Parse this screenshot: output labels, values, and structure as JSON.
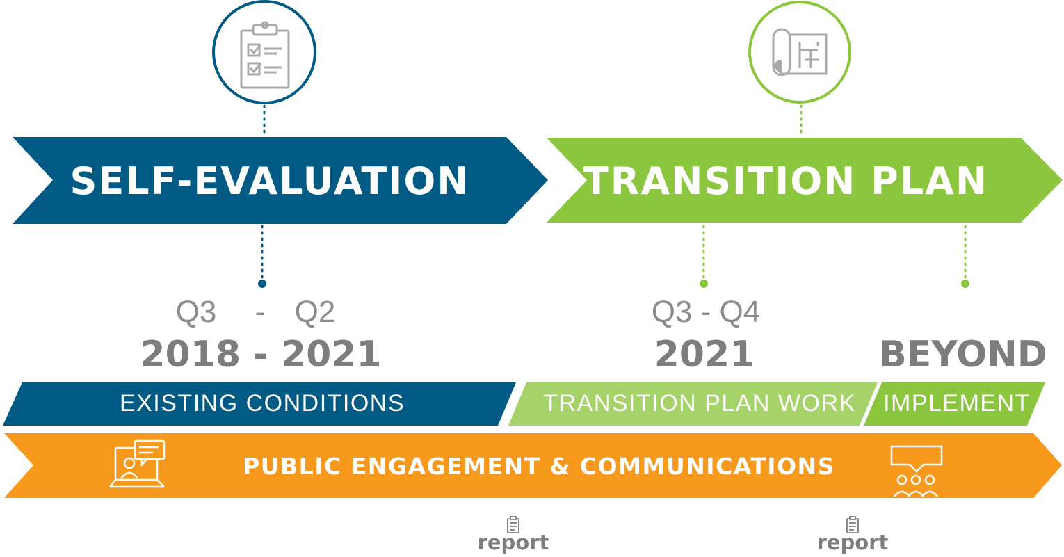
{
  "phases": {
    "self_evaluation": {
      "title": "SELF-EVALUATION",
      "color": "#005a84",
      "icon": "clipboard-checklist-icon"
    },
    "transition_plan": {
      "title": "TRANSITION PLAN",
      "color": "#8cc63f",
      "icon": "blueprint-icon"
    }
  },
  "timeline": {
    "self_eval_quarter_start": "Q3",
    "self_eval_quarter_sep": "-",
    "self_eval_quarter_end": "Q2",
    "self_eval_years": "2018 - 2021",
    "transition_quarters": "Q3 - Q4",
    "transition_year": "2021",
    "beyond": "BEYOND"
  },
  "bars": {
    "existing_conditions": "EXISTING CONDITIONS",
    "transition_plan_work": "TRANSITION PLAN WORK",
    "implement": "IMPLEMENT",
    "public_engagement": "PUBLIC ENGAGEMENT & COMMUNICATIONS"
  },
  "reports": [
    {
      "label": "report"
    },
    {
      "label": "report"
    }
  ],
  "colors": {
    "blue": "#005a84",
    "green": "#8cc63f",
    "light_green": "#a6d26a",
    "orange": "#f7991c",
    "gray_text": "#7d7d80"
  }
}
